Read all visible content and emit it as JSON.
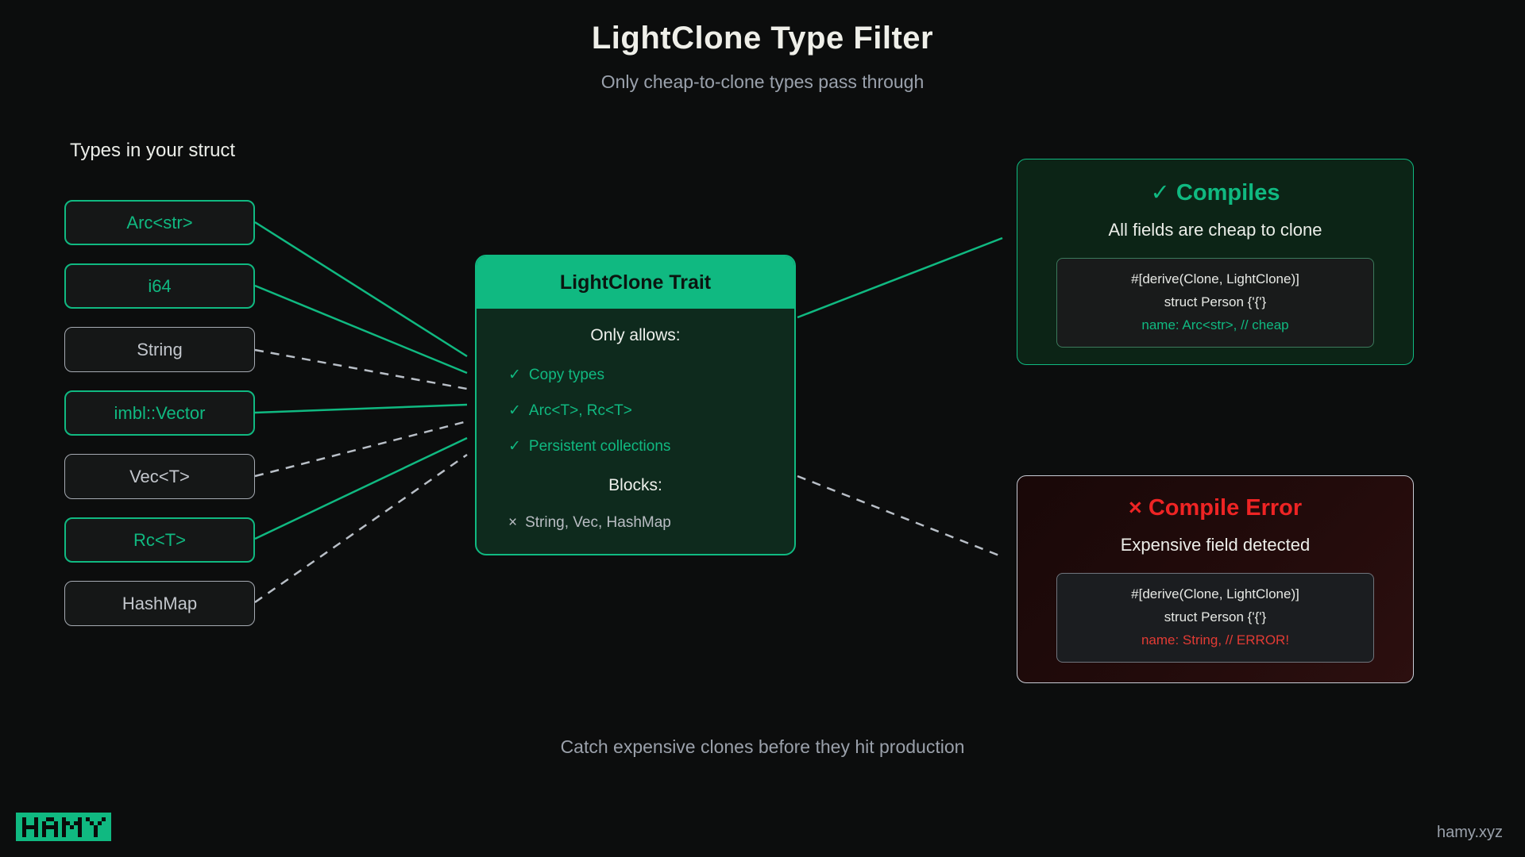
{
  "header": {
    "title": "LightClone Type Filter",
    "subtitle": "Only cheap-to-clone types pass through"
  },
  "left_panel": {
    "heading": "Types in your struct",
    "types": [
      {
        "label": "Arc<str>",
        "status": "allowed"
      },
      {
        "label": "i64",
        "status": "allowed"
      },
      {
        "label": "String",
        "status": "blocked"
      },
      {
        "label": "imbl::Vector",
        "status": "allowed"
      },
      {
        "label": "Vec<T>",
        "status": "blocked"
      },
      {
        "label": "Rc<T>",
        "status": "allowed"
      },
      {
        "label": "HashMap",
        "status": "blocked"
      }
    ]
  },
  "trait_box": {
    "title": "LightClone Trait",
    "allows_heading": "Only allows:",
    "allows": [
      {
        "icon": "✓",
        "label": "Copy types"
      },
      {
        "icon": "✓",
        "label": "Arc<T>, Rc<T>"
      },
      {
        "icon": "✓",
        "label": "Persistent collections"
      }
    ],
    "blocks_heading": "Blocks:",
    "blocks": [
      {
        "icon": "×",
        "label": "String, Vec, HashMap"
      }
    ]
  },
  "compiles_box": {
    "icon": "✓",
    "title": "Compiles",
    "subtitle": "All fields are cheap to clone",
    "code": [
      "#[derive(Clone, LightClone)]",
      "struct Person {'{'}",
      "name: Arc<str>, // cheap"
    ]
  },
  "error_box": {
    "icon": "×",
    "title": "Compile Error",
    "subtitle": "Expensive field detected",
    "code": [
      "#[derive(Clone, LightClone)]",
      "struct Person {'{'}",
      "name: String, // ERROR!"
    ]
  },
  "footer": {
    "tagline": "Catch expensive clones before they hit production",
    "logo_text": "HAMY",
    "site": "hamy.xyz"
  },
  "colors": {
    "accent_green": "#10b981",
    "error_red": "#ee2424",
    "dashed_gray": "#b9bfc7",
    "background": "#0c0d0d"
  },
  "connections": [
    {
      "from": "Arc<str>",
      "to": "LightClone Trait",
      "style": "solid"
    },
    {
      "from": "i64",
      "to": "LightClone Trait",
      "style": "solid"
    },
    {
      "from": "String",
      "to": "LightClone Trait",
      "style": "dashed"
    },
    {
      "from": "imbl::Vector",
      "to": "LightClone Trait",
      "style": "solid"
    },
    {
      "from": "Vec<T>",
      "to": "LightClone Trait",
      "style": "dashed"
    },
    {
      "from": "Rc<T>",
      "to": "LightClone Trait",
      "style": "solid"
    },
    {
      "from": "HashMap",
      "to": "LightClone Trait",
      "style": "dashed"
    },
    {
      "from": "LightClone Trait",
      "to": "Compiles",
      "style": "solid"
    },
    {
      "from": "LightClone Trait",
      "to": "Compile Error",
      "style": "dashed"
    }
  ]
}
